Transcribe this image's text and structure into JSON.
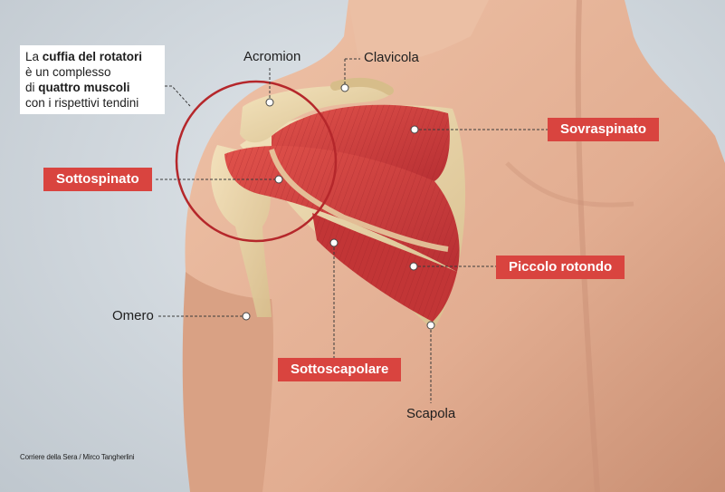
{
  "intro": {
    "line1_pre": "La ",
    "line1_bold": "cuffia del rotatori",
    "line2": "è un complesso",
    "line3_pre": "di ",
    "line3_bold": "quattro muscoli",
    "line4": "con i rispettivi tendini"
  },
  "labels": {
    "acromion": "Acromion",
    "clavicola": "Clavicola",
    "sovraspinato": "Sovraspinato",
    "sottospinato": "Sottospinato",
    "piccolo_rotondo": "Piccolo rotondo",
    "omero": "Omero",
    "sottoscapolare": "Sottoscapolare",
    "scapola": "Scapola"
  },
  "credit": "Corriere della Sera / Mirco Tangherlini",
  "colors": {
    "tag_red": "#d9443f",
    "muscle_red": "#c8393a",
    "skin": "#e6b49a",
    "bone": "#e7d2a6",
    "circle": "#b5272b"
  }
}
